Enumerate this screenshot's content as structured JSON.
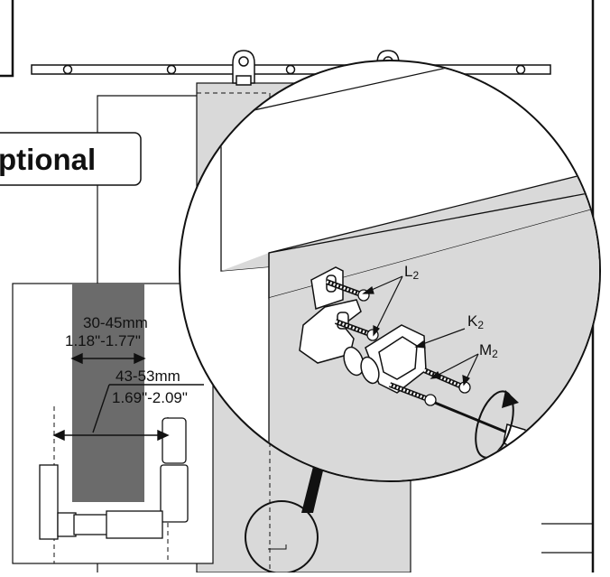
{
  "banner": {
    "text": "ptional"
  },
  "parts": {
    "l": {
      "letter": "L",
      "index": "2"
    },
    "k": {
      "letter": "K",
      "index": "2"
    },
    "m": {
      "letter": "M",
      "index": "2"
    }
  },
  "dimensions": {
    "inner_metric": "30-45mm",
    "inner_imperial": "1.18\"-1.77\"",
    "outer_metric": "43-53mm",
    "outer_imperial": "1.69\"-2.09\""
  },
  "colors": {
    "door": "#d9d9d9",
    "door_dark": "#6b6b6b",
    "line": "#111111"
  }
}
